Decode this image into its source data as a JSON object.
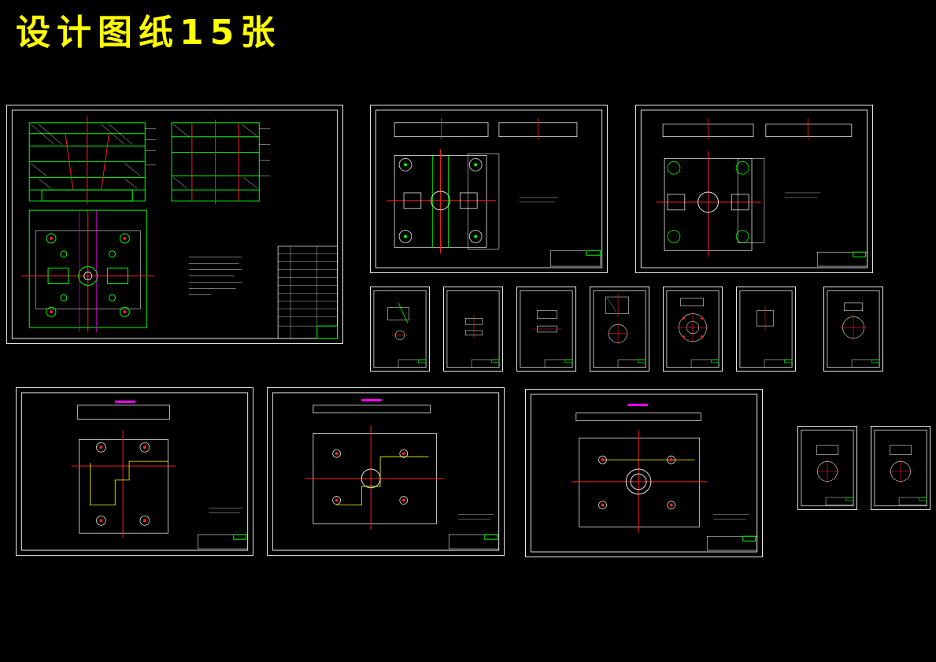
{
  "page": {
    "title": "设计图纸15张"
  },
  "colors": {
    "background": "#000000",
    "title": "#ffff00",
    "frame": "#e6e6e6",
    "green": "#00ff00",
    "red": "#ff2020",
    "yellow": "#ffff00",
    "magenta": "#ff00ff",
    "white": "#ffffff"
  },
  "drawings": [
    {
      "id": "assembly-drawing",
      "kind": "assembly"
    },
    {
      "id": "plate-drawing-1",
      "kind": "plate"
    },
    {
      "id": "plate-drawing-2",
      "kind": "plate"
    },
    {
      "id": "part-drawing-1",
      "kind": "part"
    },
    {
      "id": "part-drawing-2",
      "kind": "part"
    },
    {
      "id": "part-drawing-3",
      "kind": "part"
    },
    {
      "id": "part-drawing-4",
      "kind": "part"
    },
    {
      "id": "part-drawing-5",
      "kind": "part"
    },
    {
      "id": "part-drawing-6",
      "kind": "part"
    },
    {
      "id": "part-drawing-7",
      "kind": "part"
    },
    {
      "id": "plate-drawing-3",
      "kind": "plate"
    },
    {
      "id": "plate-drawing-4",
      "kind": "plate"
    },
    {
      "id": "plate-drawing-5",
      "kind": "plate"
    },
    {
      "id": "part-drawing-8",
      "kind": "part"
    },
    {
      "id": "part-drawing-9",
      "kind": "part"
    }
  ]
}
